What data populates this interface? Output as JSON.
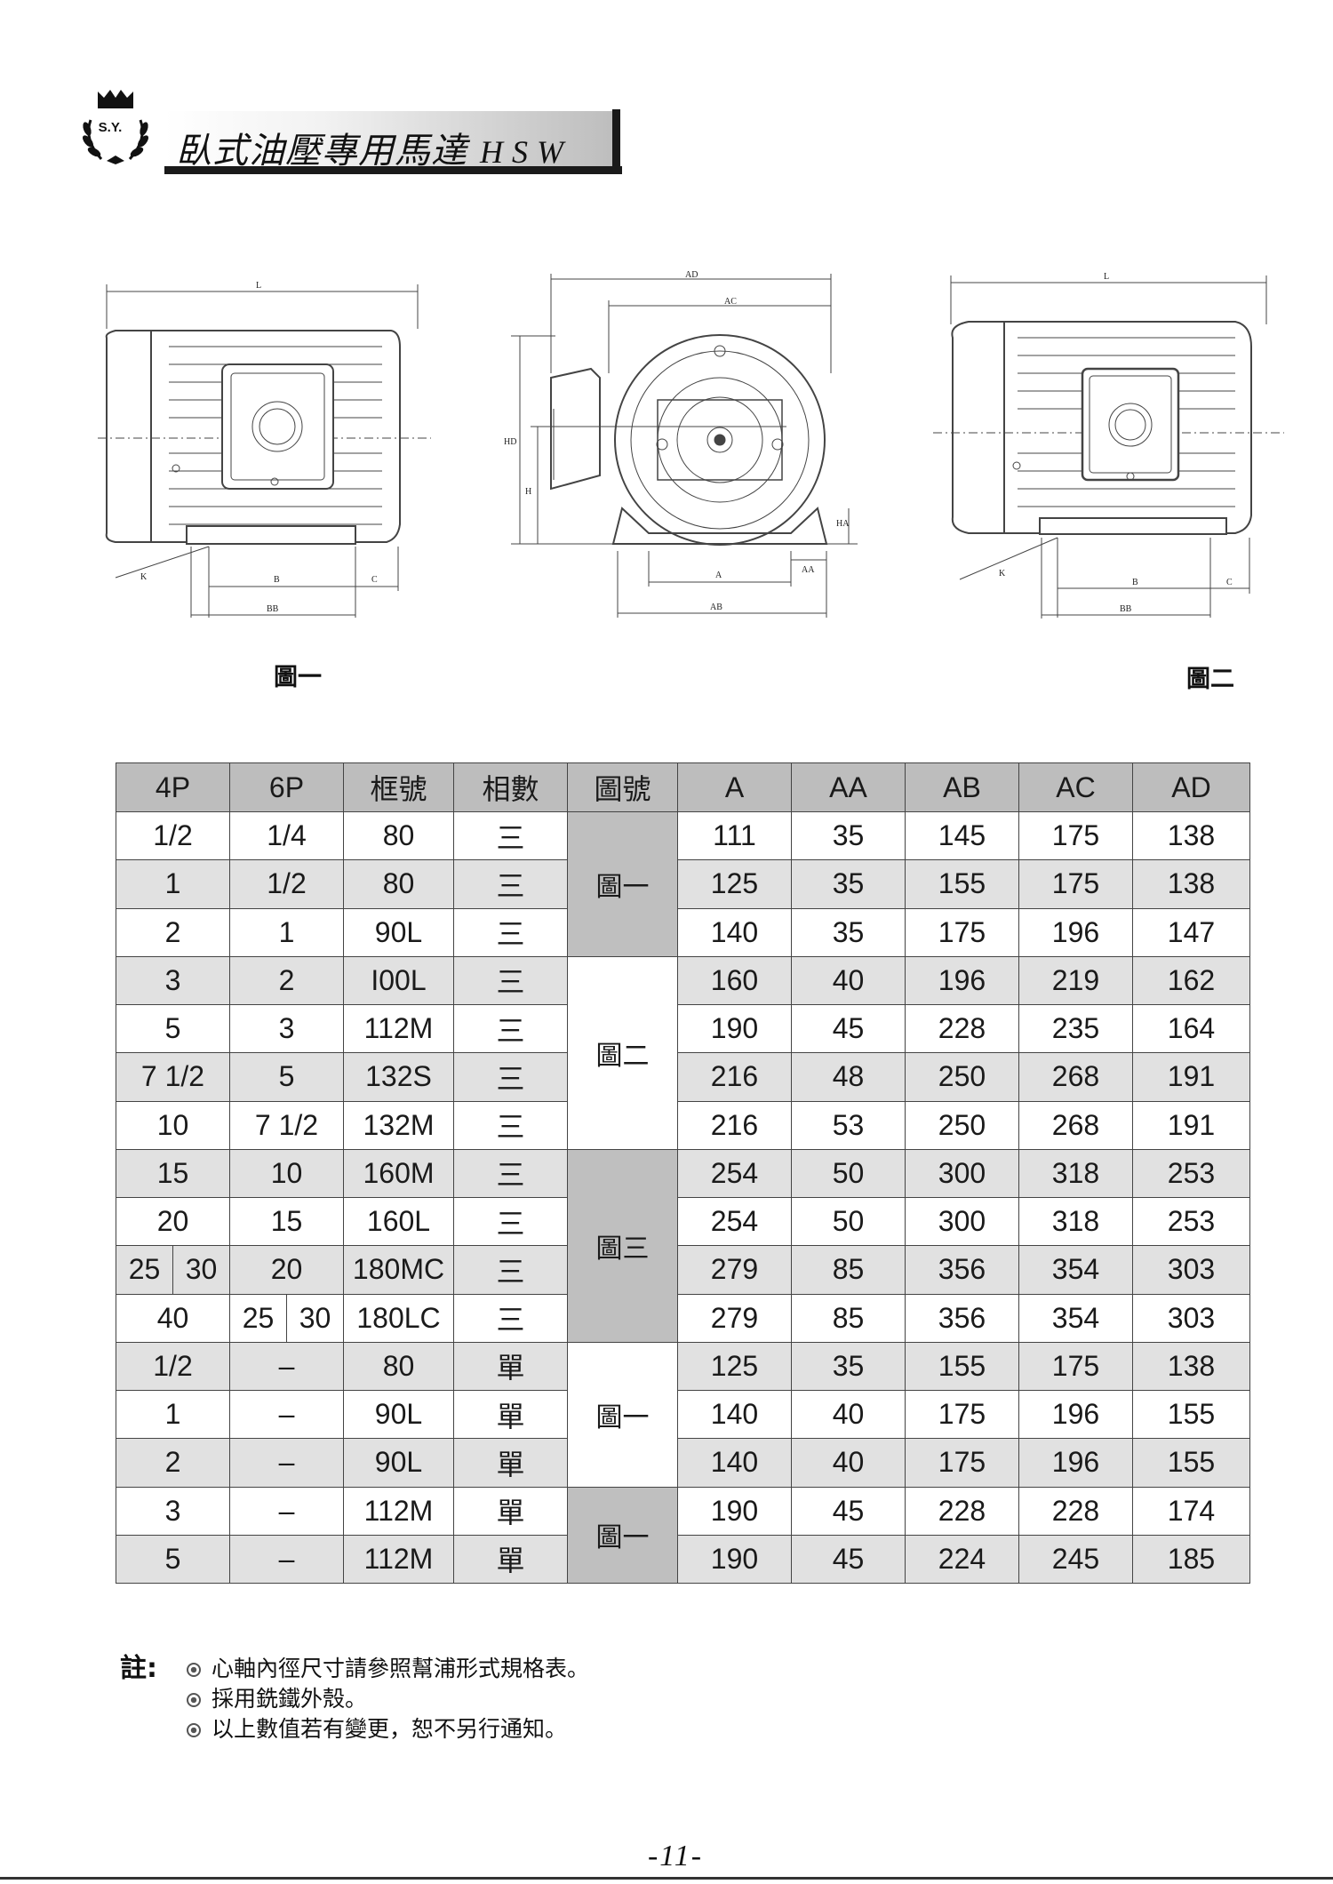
{
  "header": {
    "logo_text": "S.Y.",
    "title": "臥式油壓專用馬達",
    "model": "HSW"
  },
  "drawings": {
    "fig1": {
      "caption": "圖一",
      "labels": {
        "L": "L",
        "K": "K",
        "B": "B",
        "C": "C",
        "BB": "BB"
      }
    },
    "front": {
      "labels": {
        "AD": "AD",
        "AC": "AC",
        "HD": "HD",
        "H": "H",
        "HA": "HA",
        "AA": "AA",
        "A": "A",
        "AB": "AB"
      }
    },
    "fig2": {
      "caption": "圖二",
      "labels": {
        "L": "L",
        "K": "K",
        "B": "B",
        "C": "C",
        "BB": "BB"
      }
    }
  },
  "table": {
    "headers": [
      "4P",
      "6P",
      "框號",
      "相數",
      "圖號",
      "A",
      "AA",
      "AB",
      "AC",
      "AD"
    ],
    "rows": [
      {
        "p4": "1/2",
        "p6": "1/4",
        "frame": "80",
        "phase": "三",
        "A": "111",
        "AA": "35",
        "AB": "145",
        "AC": "175",
        "AD": "138"
      },
      {
        "p4": "1",
        "p6": "1/2",
        "frame": "80",
        "phase": "三",
        "A": "125",
        "AA": "35",
        "AB": "155",
        "AC": "175",
        "AD": "138"
      },
      {
        "p4": "2",
        "p6": "1",
        "frame": "90L",
        "phase": "三",
        "A": "140",
        "AA": "35",
        "AB": "175",
        "AC": "196",
        "AD": "147"
      },
      {
        "p4": "3",
        "p6": "2",
        "frame": "I00L",
        "phase": "三",
        "A": "160",
        "AA": "40",
        "AB": "196",
        "AC": "219",
        "AD": "162"
      },
      {
        "p4": "5",
        "p6": "3",
        "frame": "112M",
        "phase": "三",
        "A": "190",
        "AA": "45",
        "AB": "228",
        "AC": "235",
        "AD": "164"
      },
      {
        "p4": "7 1/2",
        "p6": "5",
        "frame": "132S",
        "phase": "三",
        "A": "216",
        "AA": "48",
        "AB": "250",
        "AC": "268",
        "AD": "191"
      },
      {
        "p4": "10",
        "p6": "7 1/2",
        "frame": "132M",
        "phase": "三",
        "A": "216",
        "AA": "53",
        "AB": "250",
        "AC": "268",
        "AD": "191"
      },
      {
        "p4": "15",
        "p6": "10",
        "frame": "160M",
        "phase": "三",
        "A": "254",
        "AA": "50",
        "AB": "300",
        "AC": "318",
        "AD": "253"
      },
      {
        "p4": "20",
        "p6": "15",
        "frame": "160L",
        "phase": "三",
        "A": "254",
        "AA": "50",
        "AB": "300",
        "AC": "318",
        "AD": "253"
      },
      {
        "p4a": "25",
        "p4b": "30",
        "p6": "20",
        "frame": "180MC",
        "phase": "三",
        "A": "279",
        "AA": "85",
        "AB": "356",
        "AC": "354",
        "AD": "303"
      },
      {
        "p4": "40",
        "p6a": "25",
        "p6b": "30",
        "frame": "180LC",
        "phase": "三",
        "A": "279",
        "AA": "85",
        "AB": "356",
        "AC": "354",
        "AD": "303"
      },
      {
        "p4": "1/2",
        "p6": "–",
        "frame": "80",
        "phase": "單",
        "A": "125",
        "AA": "35",
        "AB": "155",
        "AC": "175",
        "AD": "138"
      },
      {
        "p4": "1",
        "p6": "–",
        "frame": "90L",
        "phase": "單",
        "A": "140",
        "AA": "40",
        "AB": "175",
        "AC": "196",
        "AD": "155"
      },
      {
        "p4": "2",
        "p6": "–",
        "frame": "90L",
        "phase": "單",
        "A": "140",
        "AA": "40",
        "AB": "175",
        "AC": "196",
        "AD": "155"
      },
      {
        "p4": "3",
        "p6": "–",
        "frame": "112M",
        "phase": "單",
        "A": "190",
        "AA": "45",
        "AB": "228",
        "AC": "228",
        "AD": "174"
      },
      {
        "p4": "5",
        "p6": "–",
        "frame": "112M",
        "phase": "單",
        "A": "190",
        "AA": "45",
        "AB": "224",
        "AC": "245",
        "AD": "185"
      }
    ],
    "figure_groups": [
      "圖一",
      "圖二",
      "圖三",
      "圖一",
      "圖一"
    ]
  },
  "notes": {
    "label": "註:",
    "items": [
      "心軸內徑尺寸請參照幫浦形式規格表。",
      "採用銑鐵外殼。",
      "以上數值若有變更，恕不另行通知。"
    ]
  },
  "footer": {
    "page_number": "-11-"
  }
}
